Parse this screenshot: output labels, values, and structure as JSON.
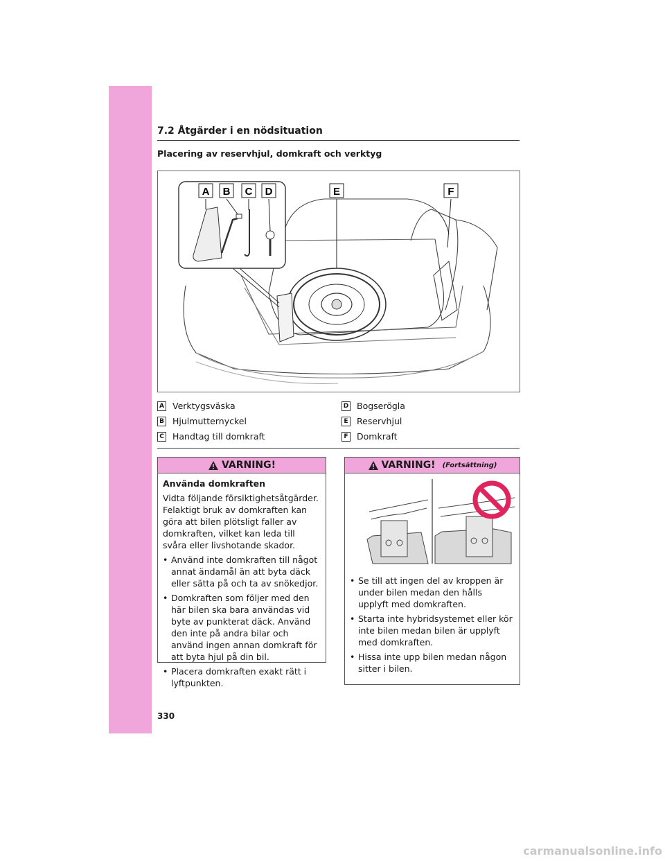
{
  "section": {
    "title": "7.2  Åtgärder i en nödsituation"
  },
  "subtitle": "Placering av reservhjul, domkraft och verktyg",
  "figure": {
    "callouts": [
      "A",
      "B",
      "C",
      "D",
      "E",
      "F"
    ]
  },
  "legend": {
    "left": [
      {
        "key": "A",
        "label": "Verktygsväska"
      },
      {
        "key": "B",
        "label": "Hjulmutternyckel"
      },
      {
        "key": "C",
        "label": "Handtag till domkraft"
      }
    ],
    "right": [
      {
        "key": "D",
        "label": "Bogserögla"
      },
      {
        "key": "E",
        "label": "Reservhjul"
      },
      {
        "key": "F",
        "label": "Domkraft"
      }
    ]
  },
  "warning1": {
    "title": "VARNING!",
    "heading": "Använda domkraften",
    "intro": "Vidta följande försiktighetsåtgärder. Felaktigt bruk av domkraften kan göra att bilen plötsligt faller av domkraften, vilket kan leda till svåra eller livshotande skador.",
    "bullets": [
      "Använd inte domkraften till något annat ändamål än att byta däck eller sätta på och ta av snökedjor.",
      "Domkraften som följer med den här bilen ska bara användas vid byte av punkterat däck. Använd den inte på andra bilar och använd ingen annan domkraft för att byta hjul på din bil.",
      "Placera domkraften exakt rätt i lyftpunkten."
    ]
  },
  "warning2": {
    "title": "VARNING!",
    "continued": "(Fortsättning)",
    "bullets": [
      "Se till att ingen del av kroppen är under bilen medan den hålls upplyft med domkraften.",
      "Starta inte hybridsystemet eller kör inte bilen medan bilen är upplyft med domkraften.",
      "Hissa inte upp bilen medan någon sitter i bilen."
    ]
  },
  "page_number": "330",
  "watermark": "carmanualsonline.info",
  "colors": {
    "accent": "#f0a6da",
    "prohibition": "#e0245e"
  }
}
